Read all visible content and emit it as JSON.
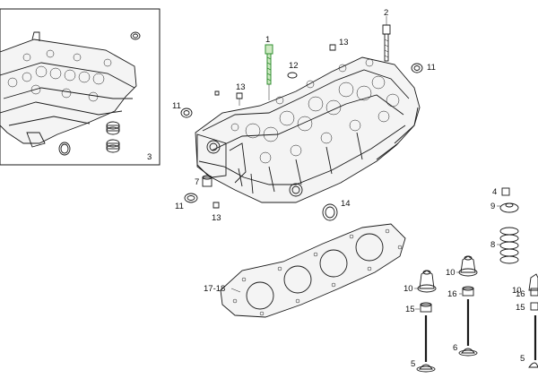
{
  "callouts": {
    "c1": "1",
    "c2": "2",
    "c3": "3",
    "c4": "4",
    "c5a": "5",
    "c5b": "5",
    "c6": "6",
    "c7": "7",
    "c8": "8",
    "c9": "9",
    "c10a": "10",
    "c10b": "10",
    "c10c": "10",
    "c11a": "11",
    "c11b": "11",
    "c11c": "11",
    "c12": "12",
    "c13a": "13",
    "c13b": "13",
    "c13c": "13",
    "c14": "14",
    "c15a": "15",
    "c15b": "15",
    "c16a": "16",
    "c16b": "16",
    "c1718": "17-18"
  },
  "highlight_color": "#2f8f2f",
  "highlight_fill": "#cfe9c3",
  "highlighted_part": "1"
}
